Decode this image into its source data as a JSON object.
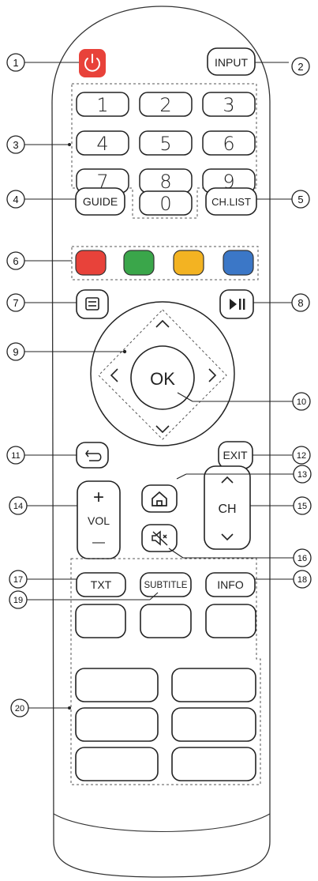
{
  "buttons": {
    "input": "INPUT",
    "digits": [
      "1",
      "2",
      "3",
      "4",
      "5",
      "6",
      "7",
      "8",
      "9",
      "0"
    ],
    "guide": "GUIDE",
    "chlist": "CH.LIST",
    "ok": "OK",
    "exit": "EXIT",
    "vol_plus": "+",
    "vol_label": "VOL",
    "vol_minus": "—",
    "ch_label": "CH",
    "txt": "TXT",
    "subtitle": "SUBTITLE",
    "info": "INFO"
  },
  "colors": {
    "power": "#e8423a",
    "red": "#e8423a",
    "green": "#3aa64a",
    "yellow": "#f3b322",
    "blue": "#3b77c7"
  },
  "callouts": [
    "1",
    "2",
    "3",
    "4",
    "5",
    "6",
    "7",
    "8",
    "9",
    "10",
    "11",
    "12",
    "13",
    "14",
    "15",
    "16",
    "17",
    "18",
    "19",
    "20"
  ]
}
